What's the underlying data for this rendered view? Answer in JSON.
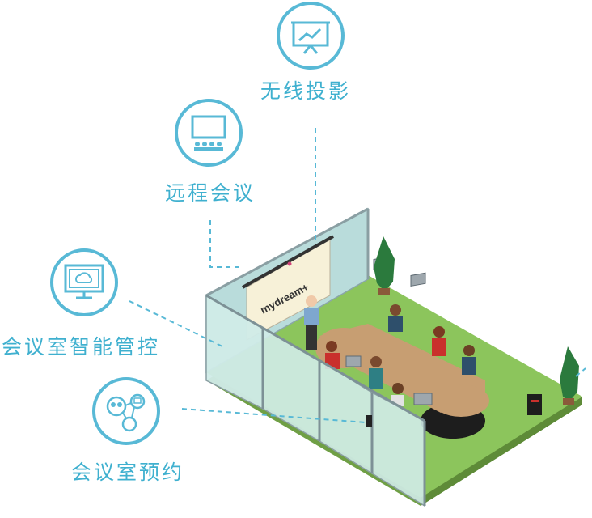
{
  "features": {
    "wireless_projection": "无线投影",
    "video_conference": "远程会议",
    "smart_control": "会议室智能管控",
    "room_booking": "会议室预约"
  },
  "screen_brand": "mydream+",
  "icons": [
    "projector-board-icon",
    "video-conference-icon",
    "smart-monitor-icon",
    "booking-network-icon"
  ],
  "colors": {
    "accent": "#3fb0cf",
    "floor": "#8cc55c",
    "glass": "#c9e6e3",
    "table": "#c79e72"
  }
}
